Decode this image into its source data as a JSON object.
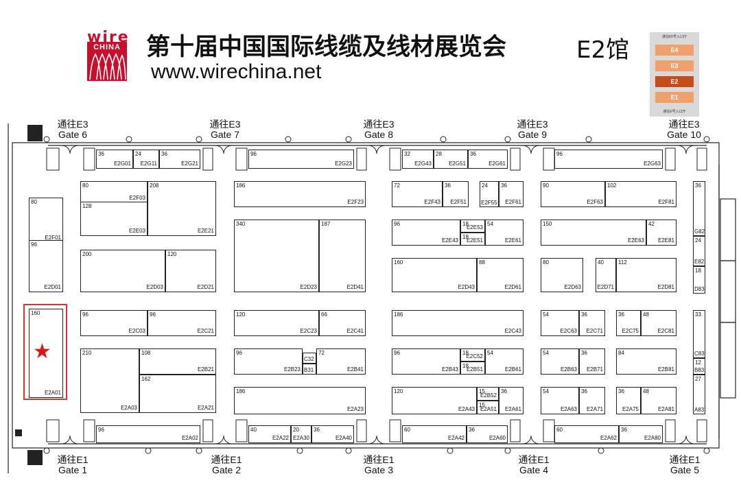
{
  "header": {
    "logo_word": "wire",
    "logo_sub": "CHINA",
    "title": "第十届中国国际线缆及线材展览会",
    "url": "www.wirechina.net",
    "hall": "E2馆"
  },
  "minimap": {
    "top_caption": "通往E5号入口厅",
    "bottom_caption": "通往E号入口厅",
    "blocks": [
      "E4",
      "E3",
      "E2",
      "E1"
    ],
    "active": "E2"
  },
  "gates": {
    "top": [
      {
        "to": "通往E3",
        "name": "Gate 6"
      },
      {
        "to": "通往E3",
        "name": "Gate 7"
      },
      {
        "to": "通往E3",
        "name": "Gate 8"
      },
      {
        "to": "通往E3",
        "name": "Gate 9"
      },
      {
        "to": "通往E3",
        "name": "Gate 10"
      }
    ],
    "bottom": [
      {
        "to": "通往E1",
        "name": "Gate 1"
      },
      {
        "to": "通往E1",
        "name": "Gate 2"
      },
      {
        "to": "通往E1",
        "name": "Gate 3"
      },
      {
        "to": "通往E1",
        "name": "Gate 4"
      },
      {
        "to": "通往E1",
        "name": "Gate 5"
      }
    ]
  },
  "booths": [
    {
      "id": "E2G01",
      "size": "36"
    },
    {
      "id": "E2G11",
      "size": "24"
    },
    {
      "id": "E2G21",
      "size": "36"
    },
    {
      "id": "E2G23",
      "size": "96"
    },
    {
      "id": "E2G43",
      "size": "32"
    },
    {
      "id": "E2G51",
      "size": "28"
    },
    {
      "id": "E2G61",
      "size": "36"
    },
    {
      "id": "E2G63",
      "size": "96"
    },
    {
      "id": "E2F01",
      "size": "80"
    },
    {
      "id": "E2D01",
      "size": "96"
    },
    {
      "id": "E2A01",
      "size": "160"
    },
    {
      "id": "E2F03",
      "size": "80"
    },
    {
      "id": "E2E03",
      "size": "128"
    },
    {
      "id": "E2E21",
      "size": "208"
    },
    {
      "id": "E2D03",
      "size": "200"
    },
    {
      "id": "E2D21",
      "size": "120"
    },
    {
      "id": "E2C03",
      "size": "96"
    },
    {
      "id": "E2C21",
      "size": "96"
    },
    {
      "id": "E2A03",
      "size": "210"
    },
    {
      "id": "E2B21",
      "size": "108"
    },
    {
      "id": "E2A21",
      "size": "162"
    },
    {
      "id": "E2F23",
      "size": "186"
    },
    {
      "id": "E2D23",
      "size": "340"
    },
    {
      "id": "E2D41",
      "size": "187"
    },
    {
      "id": "E2C23",
      "size": "120"
    },
    {
      "id": "E2C41",
      "size": "66"
    },
    {
      "id": "E2B23",
      "size": "96"
    },
    {
      "id": "C32",
      "size": ""
    },
    {
      "id": "B31",
      "size": ""
    },
    {
      "id": "E2B41",
      "size": "72"
    },
    {
      "id": "E2A23",
      "size": "186"
    },
    {
      "id": "E2F43",
      "size": "72"
    },
    {
      "id": "E2F51",
      "size": "36"
    },
    {
      "id": "E2F55",
      "size": "24"
    },
    {
      "id": "E2F61",
      "size": "36"
    },
    {
      "id": "E2E43",
      "size": "96"
    },
    {
      "id": "E2E53",
      "size": "18"
    },
    {
      "id": "E2E51",
      "size": "18"
    },
    {
      "id": "E2E61",
      "size": "54"
    },
    {
      "id": "E2D43",
      "size": "160"
    },
    {
      "id": "E2D61",
      "size": "88"
    },
    {
      "id": "E2C43",
      "size": "186"
    },
    {
      "id": "E2B43",
      "size": "96"
    },
    {
      "id": "E2C52",
      "size": "18"
    },
    {
      "id": "E2B51",
      "size": "18"
    },
    {
      "id": "E2B61",
      "size": "54"
    },
    {
      "id": "E2A43",
      "size": "120"
    },
    {
      "id": "E2B52",
      "size": "15"
    },
    {
      "id": "E2A51",
      "size": "15"
    },
    {
      "id": "E2A61",
      "size": "36"
    },
    {
      "id": "E2F63",
      "size": "90"
    },
    {
      "id": "E2F81",
      "size": "102"
    },
    {
      "id": "E2E63",
      "size": "150"
    },
    {
      "id": "E2E81",
      "size": "42"
    },
    {
      "id": "E2D63",
      "size": "80"
    },
    {
      "id": "E2D71",
      "size": "40"
    },
    {
      "id": "E2D81",
      "size": "112"
    },
    {
      "id": "E2C63",
      "size": "54"
    },
    {
      "id": "E2C71",
      "size": "36"
    },
    {
      "id": "E2C75",
      "size": "36"
    },
    {
      "id": "E2C81",
      "size": "48"
    },
    {
      "id": "E2B63",
      "size": "54"
    },
    {
      "id": "E2B71",
      "size": "36"
    },
    {
      "id": "E2B81",
      "size": "84"
    },
    {
      "id": "E2A63",
      "size": "54"
    },
    {
      "id": "E2A71",
      "size": "36"
    },
    {
      "id": "E2A75",
      "size": "36"
    },
    {
      "id": "E2A81",
      "size": "48"
    },
    {
      "id": "G82",
      "size": "36"
    },
    {
      "id": "E82",
      "size": "24"
    },
    {
      "id": "D83",
      "size": "18"
    },
    {
      "id": "C83",
      "size": "33"
    },
    {
      "id": "B83",
      "size": "12"
    },
    {
      "id": "A83",
      "size": "27"
    },
    {
      "id": "E2A02",
      "size": "96"
    },
    {
      "id": "E2A22",
      "size": "40"
    },
    {
      "id": "E2A30",
      "size": "20"
    },
    {
      "id": "E2A40",
      "size": "36"
    },
    {
      "id": "E2A42",
      "size": "60"
    },
    {
      "id": "E2A60",
      "size": "36"
    },
    {
      "id": "E2A62",
      "size": "60"
    },
    {
      "id": "E2A80",
      "size": "36"
    }
  ]
}
